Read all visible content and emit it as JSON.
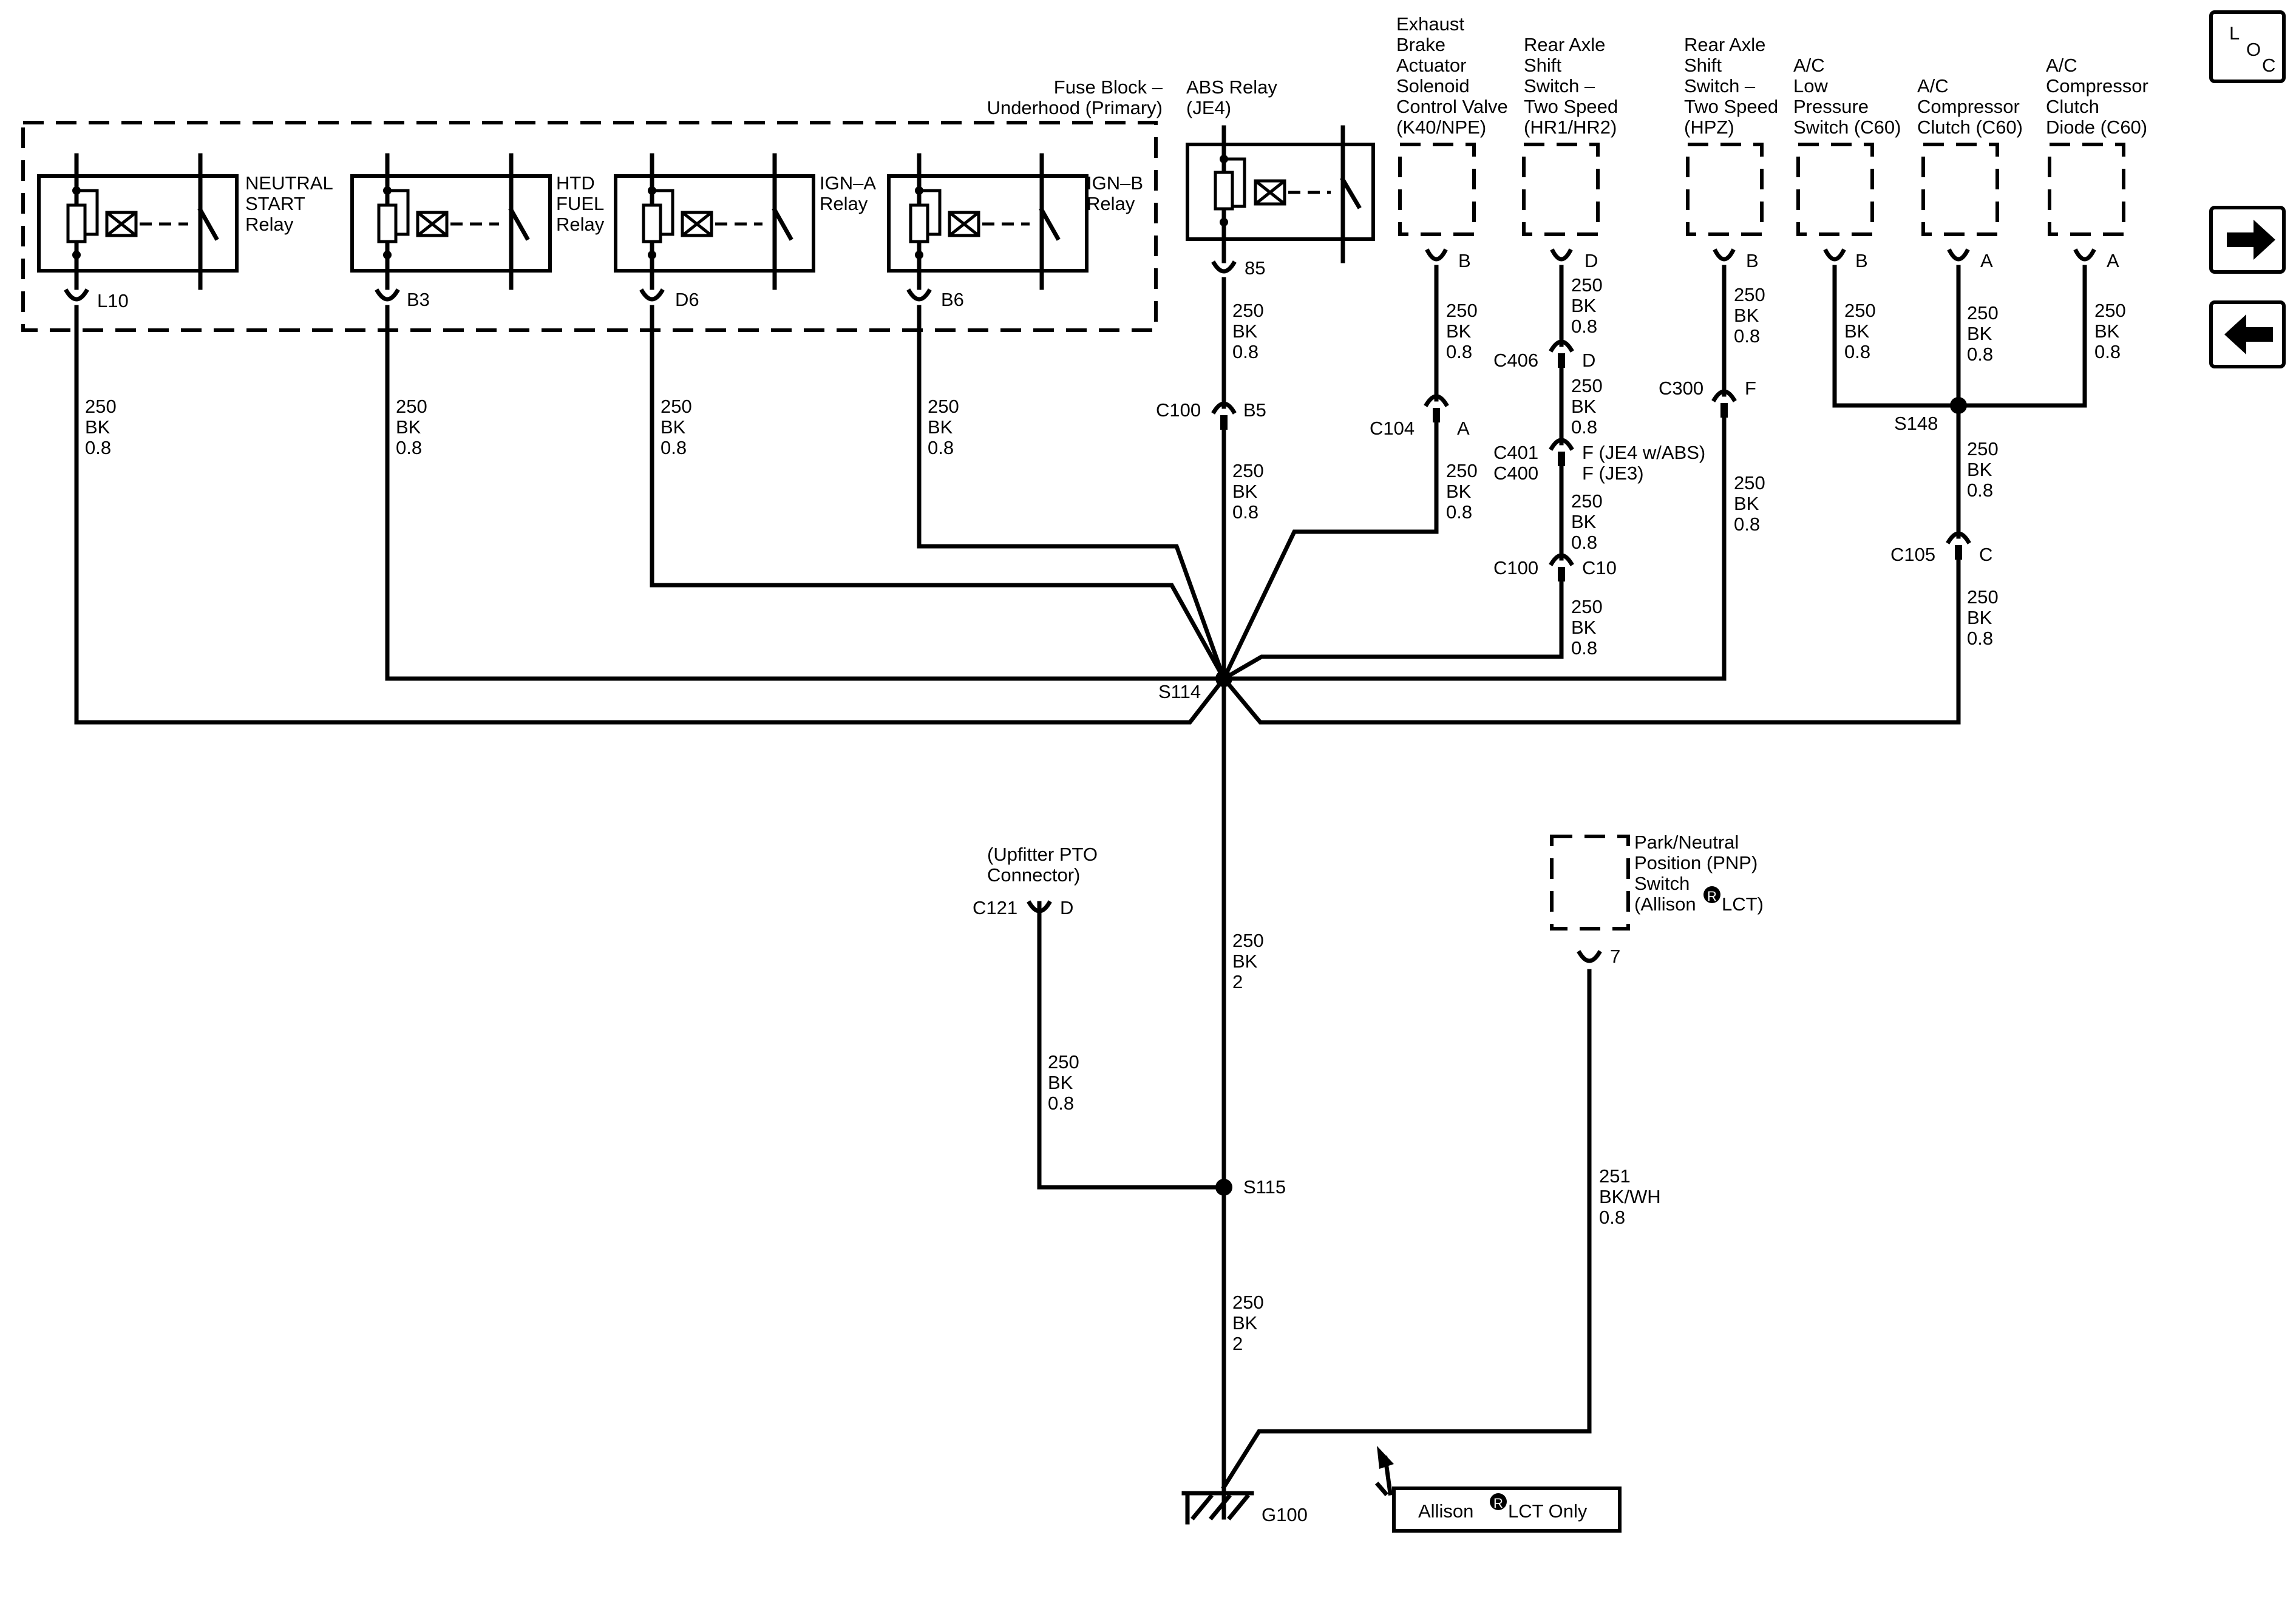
{
  "header": {
    "loc_top": "L",
    "loc_bottom_left": "O",
    "loc_bottom_right": "C"
  },
  "fuse_block": {
    "line1": "Fuse Block –",
    "line2": "Underhood (Primary)"
  },
  "relays": [
    {
      "name1": "NEUTRAL",
      "name2": "START",
      "name3": "Relay",
      "pin": "L10"
    },
    {
      "name1": "HTD",
      "name2": "FUEL",
      "name3": "Relay",
      "pin": "B3"
    },
    {
      "name1": "IGN–A",
      "name2": "Relay",
      "name3": "",
      "pin": "D6"
    },
    {
      "name1": "IGN–B",
      "name2": "Relay",
      "name3": "",
      "pin": "B6"
    }
  ],
  "abs_relay": {
    "line1": "ABS Relay",
    "line2": "(JE4)",
    "pin": "85"
  },
  "components": {
    "exhaust": {
      "l1": "Exhaust",
      "l2": "Brake",
      "l3": "Actuator",
      "l4": "Solenoid",
      "l5": "Control Valve",
      "l6": "(K40/NPE)",
      "pin": "B"
    },
    "rear_axle_1": {
      "l1": "Rear Axle",
      "l2": "Shift",
      "l3": "Switch –",
      "l4": "Two Speed",
      "l5": "(HR1/HR2)",
      "pin": "D"
    },
    "rear_axle_2": {
      "l1": "Rear Axle",
      "l2": "Shift",
      "l3": "Switch –",
      "l4": "Two Speed",
      "l5": "(HPZ)",
      "pin": "B"
    },
    "ac_low": {
      "l1": "A/C",
      "l2": "Low",
      "l3": "Pressure",
      "l4": "Switch (C60)",
      "pin": "B"
    },
    "ac_clutch": {
      "l1": "A/C",
      "l2": "Compressor",
      "l3": "Clutch (C60)",
      "pin": "A"
    },
    "ac_diode": {
      "l1": "A/C",
      "l2": "Compressor",
      "l3": "Clutch",
      "l4": "Diode (C60)",
      "pin": "A"
    },
    "pnp": {
      "l1": "Park/Neutral",
      "l2": "Position (PNP)",
      "l3": "Switch",
      "l4a": "(Allison",
      "l4b": "LCT)",
      "pin": "7"
    },
    "upfitter": {
      "l1": "(Upfitter PTO",
      "l2": "Connector)",
      "conn": "C121",
      "pin": "D"
    }
  },
  "wires": {
    "w250_08": {
      "circuit": "250",
      "color": "BK",
      "size": "0.8"
    },
    "w250_2": {
      "circuit": "250",
      "color": "BK",
      "size": "2"
    },
    "w251": {
      "circuit": "251",
      "color": "BK/WH",
      "size": "0.8"
    }
  },
  "connectors": {
    "c100_b5": {
      "name": "C100",
      "pin": "B5"
    },
    "c104_a": {
      "name": "C104",
      "pin": "A"
    },
    "c406_d": {
      "name": "C406",
      "pin": "D"
    },
    "c401": {
      "name": "C401",
      "pin": "F (JE4 w/ABS)"
    },
    "c400": {
      "name": "C400",
      "pin": "F (JE3)"
    },
    "c100_c10": {
      "name": "C100",
      "pin": "C10"
    },
    "c300_f": {
      "name": "C300",
      "pin": "F"
    },
    "c105_c": {
      "name": "C105",
      "pin": "C"
    }
  },
  "splices": {
    "s114": "S114",
    "s115": "S115",
    "s148": "S148"
  },
  "ground": {
    "name": "G100"
  },
  "note": {
    "text_a": "Allison",
    "text_b": "LCT Only"
  },
  "registered_mark": "R",
  "icons": {
    "next": "arrow-right-icon",
    "prev": "arrow-left-icon"
  }
}
